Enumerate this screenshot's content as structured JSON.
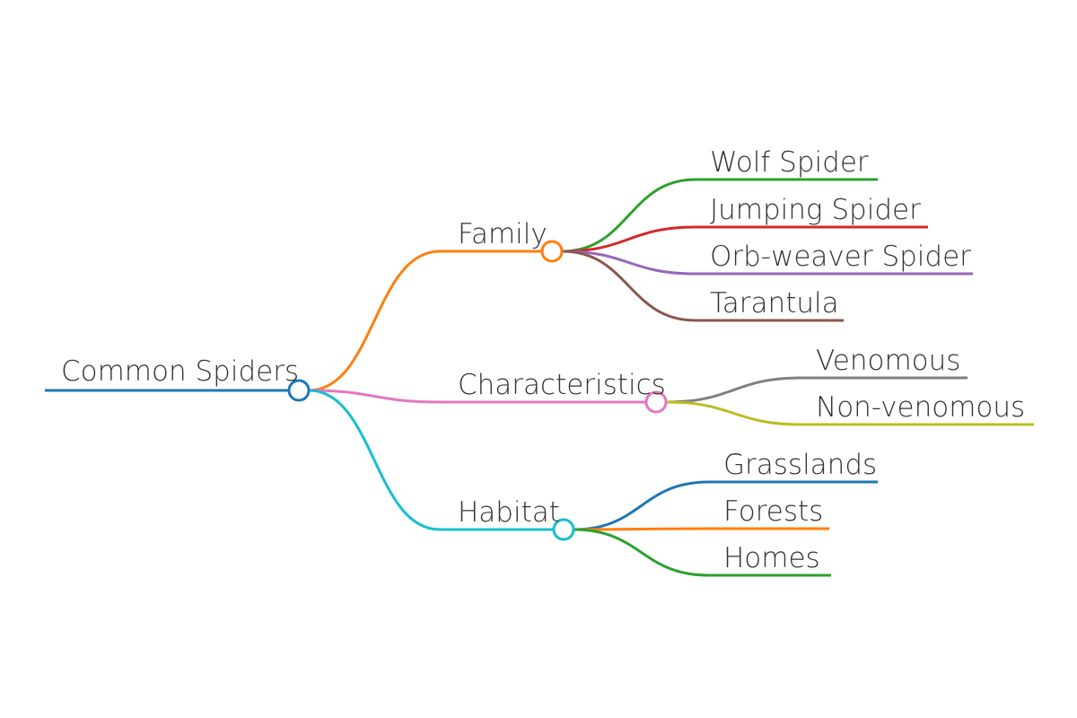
{
  "mindmap": {
    "root": {
      "label": "Common Spiders",
      "color": "#1f77b4"
    },
    "branches": [
      {
        "label": "Family",
        "color": "#ff7f0e",
        "children": [
          {
            "label": "Wolf Spider",
            "color": "#2ca02c"
          },
          {
            "label": "Jumping Spider",
            "color": "#d62728"
          },
          {
            "label": "Orb-weaver Spider",
            "color": "#9467bd"
          },
          {
            "label": "Tarantula",
            "color": "#8c564b"
          }
        ]
      },
      {
        "label": "Characteristics",
        "color": "#e377c2",
        "children": [
          {
            "label": "Venomous",
            "color": "#7f7f7f"
          },
          {
            "label": "Non-venomous",
            "color": "#bcbd22"
          }
        ]
      },
      {
        "label": "Habitat",
        "color": "#17becf",
        "children": [
          {
            "label": "Grasslands",
            "color": "#1f77b4"
          },
          {
            "label": "Forests",
            "color": "#ff7f0e"
          },
          {
            "label": "Homes",
            "color": "#2ca02c"
          }
        ]
      }
    ]
  }
}
